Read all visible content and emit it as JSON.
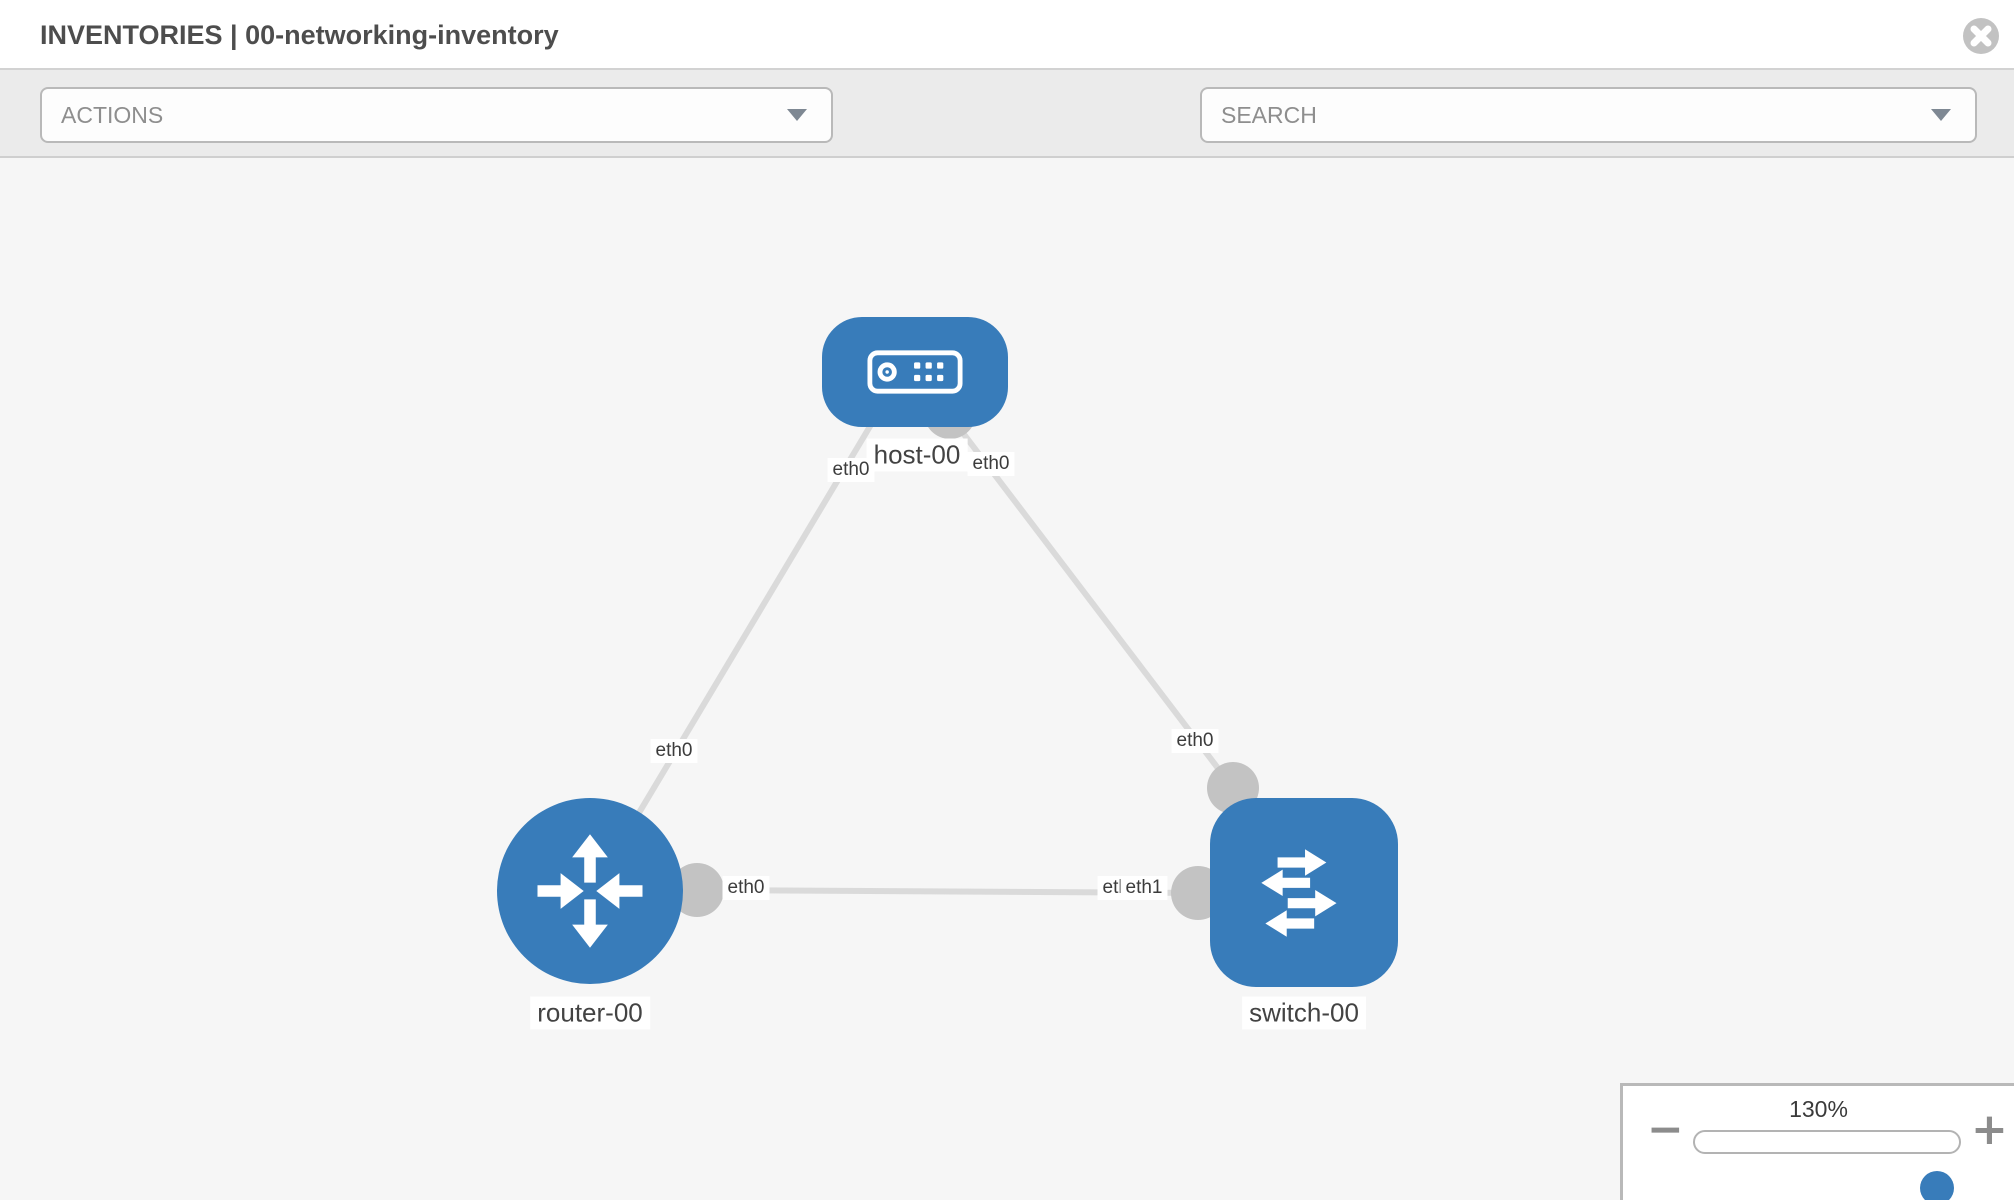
{
  "header": {
    "title": "INVENTORIES | 00-networking-inventory"
  },
  "toolbar": {
    "actions_label": "ACTIONS",
    "search_placeholder": "SEARCH"
  },
  "canvas": {
    "nodes": [
      {
        "id": "host-00",
        "type": "host",
        "label": "host-00"
      },
      {
        "id": "router-00",
        "type": "router",
        "label": "router-00"
      },
      {
        "id": "switch-00",
        "type": "switch",
        "label": "switch-00"
      }
    ],
    "links": [
      {
        "from": "host-00",
        "to": "router-00",
        "from_label": "eth0",
        "to_label": "eth0"
      },
      {
        "from": "host-00",
        "to": "switch-00",
        "from_label": "eth0",
        "to_label": "eth0"
      },
      {
        "from": "router-00",
        "to": "switch-00",
        "from_label": "eth0",
        "to_label": "eth1",
        "to_label_under": "eth0"
      }
    ],
    "colors": {
      "node_blue": "#387cba",
      "link_gray": "#dadada",
      "endpoint_gray": "#c3c3c3",
      "background": "#f6f6f6"
    }
  },
  "zoom_control": {
    "level": "130%",
    "minus_label": "−",
    "plus_label": "+"
  }
}
